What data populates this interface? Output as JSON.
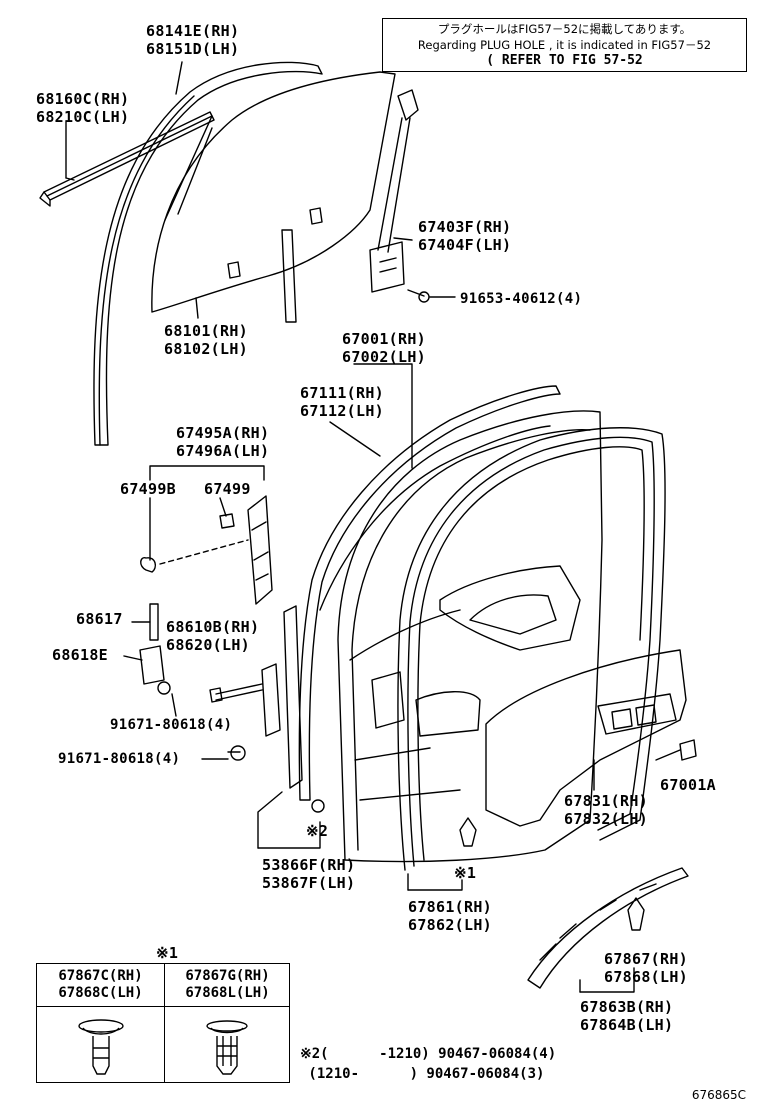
{
  "note_box": {
    "line1": "プラグホールはFIG57－52に掲載してあります。",
    "line2": "Regarding  PLUG HOLE , it is indicated in FIG57－52",
    "line3": "( REFER TO FIG 57-52"
  },
  "labels": {
    "p68141": [
      "68141E(RH)",
      "68151D(LH)"
    ],
    "p68160": [
      "68160C(RH)",
      "68210C(LH)"
    ],
    "p67403": [
      "67403F(RH)",
      "67404F(LH)"
    ],
    "p91653": "91653-40612(4)",
    "p68101": [
      "68101(RH)",
      "68102(LH)"
    ],
    "p67001": [
      "67001(RH)",
      "67002(LH)"
    ],
    "p67111": [
      "67111(RH)",
      "67112(LH)"
    ],
    "p67495": [
      "67495A(RH)",
      "67496A(LH)"
    ],
    "p67499b": "67499B",
    "p67499": "67499",
    "p68617": "68617",
    "p68610": [
      "68610B(RH)",
      "68620(LH)"
    ],
    "p68618": "68618E",
    "p91671a": "91671-80618(4)",
    "p91671b": "91671-80618(4)",
    "p67001a": "67001A",
    "p67831": [
      "67831(RH)",
      "67832(LH)"
    ],
    "mark2": "※2",
    "p53866": [
      "53866F(RH)",
      "53867F(LH)"
    ],
    "mark1": "※1",
    "p67861": [
      "67861(RH)",
      "67862(LH)"
    ],
    "p67867": [
      "67867(RH)",
      "67868(LH)"
    ],
    "p67863": [
      "67863B(RH)",
      "67864B(LH)"
    ]
  },
  "clip_table": {
    "marker": "※1",
    "left_header": [
      "67867C(RH)",
      "67868C(LH)"
    ],
    "right_header": [
      "67867G(RH)",
      "67868L(LH)"
    ]
  },
  "footnotes": {
    "line1": "※2(      -1210) 90467-06084(4)",
    "line2": " (1210-      ) 90467-06084(3)"
  },
  "drawing_id": "676865C"
}
